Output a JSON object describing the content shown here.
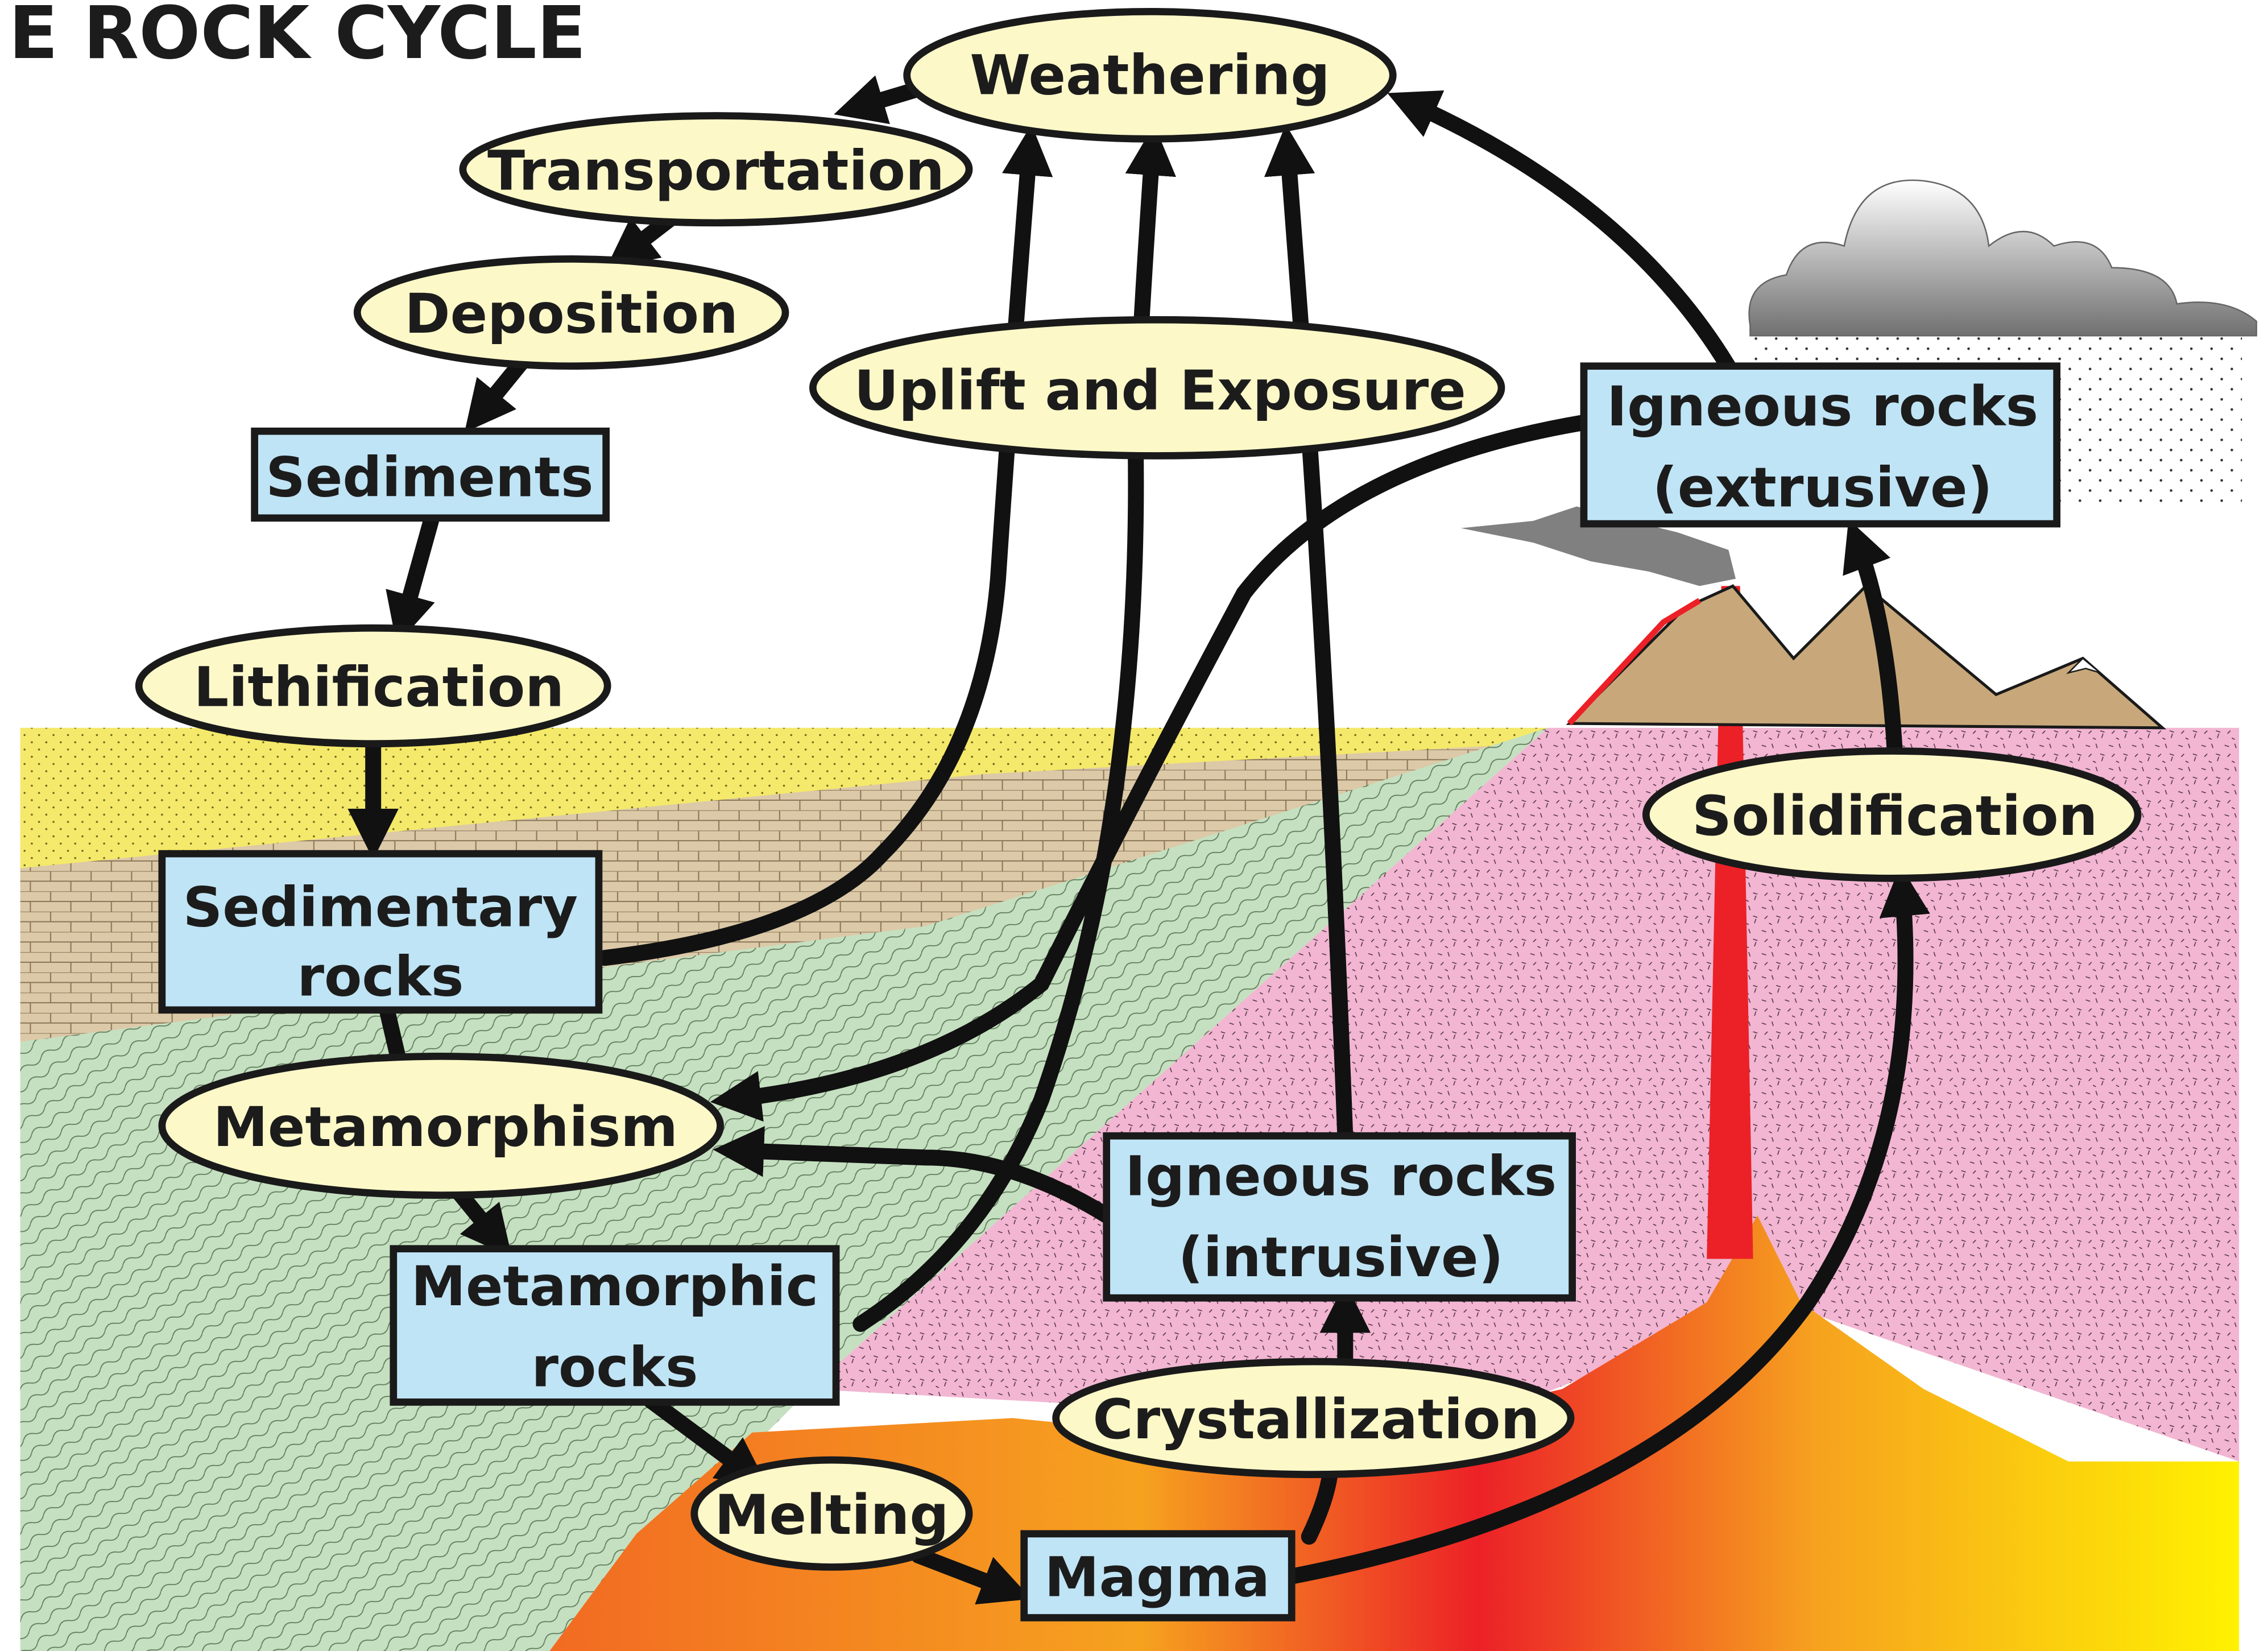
{
  "title": "E ROCK CYCLE",
  "processes": {
    "weathering": "Weathering",
    "transportation": "Transportation",
    "deposition": "Deposition",
    "uplift": "Uplift and Exposure",
    "lithification": "Lithification",
    "metamorphism": "Metamorphism",
    "melting": "Melting",
    "crystallization": "Crystallization",
    "solidification": "Solidification"
  },
  "materials": {
    "sediments": "Sediments",
    "sedimentary_line1": "Sedimentary",
    "sedimentary_line2": "rocks",
    "metamorphic_line1": "Metamorphic",
    "metamorphic_line2": "rocks",
    "igneous_extrusive_line1": "Igneous rocks",
    "igneous_extrusive_line2": "(extrusive)",
    "igneous_intrusive_line1": "Igneous rocks",
    "igneous_intrusive_line2": "(intrusive)",
    "magma": "Magma"
  },
  "colors": {
    "process_fill": "#fdf8c8",
    "material_fill": "#bfe4f5",
    "sand_layer": "#f4e96a",
    "limestone_layer": "#dcc9a8",
    "metamorphic_zone": "#c5e0c0",
    "igneous_zone": "#f2b6d2",
    "magma_orange": "#f26a22",
    "magma_yellow": "#fff200",
    "lava_red": "#ec2127",
    "mountain": "#c8a87a"
  }
}
